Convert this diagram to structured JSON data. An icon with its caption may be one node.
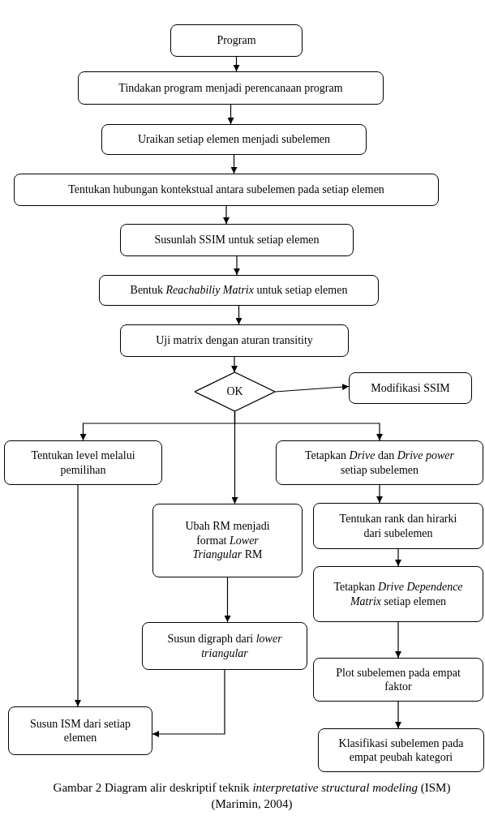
{
  "diagram": {
    "caption": "Gambar 2 Diagram alir deskriptif teknik *interpretative structural modeling* (ISM) (Marimin, 2004)",
    "nodes": [
      {
        "text": [
          "Program"
        ]
      },
      {
        "text": [
          "Tindakan program menjadi perencanaan program"
        ]
      },
      {
        "text": [
          "Uraikan setiap elemen menjadi subelemen"
        ]
      },
      {
        "text": [
          "Tentukan hubungan kontekstual antara subelemen pada setiap elemen"
        ]
      },
      {
        "text": [
          "Susunlah SSIM untuk setiap elemen"
        ]
      },
      {
        "text": [
          "Bentuk *Reachabiliy Matrix* untuk setiap elemen"
        ]
      },
      {
        "text": [
          "Uji matrix dengan aturan transitity"
        ]
      },
      {
        "text": [
          "OK"
        ]
      },
      {
        "text": [
          "Modifikasi SSIM"
        ]
      },
      {
        "text": [
          "Tentukan level melalui pemilihan"
        ]
      },
      {
        "text": [
          "Tetapkan *Drive* dan *Drive power* setiap subelemen"
        ]
      },
      {
        "text": [
          "Ubah RM menjadi format *Lower Triangular* RM"
        ]
      },
      {
        "text": [
          "Tentukan rank dan hirarki dari subelemen"
        ]
      },
      {
        "text": [
          "Tetapkan *Drive Dependence Matrix* setiap elemen"
        ]
      },
      {
        "text": [
          "Susun digraph dari *lower triangular*"
        ]
      },
      {
        "text": [
          "Plot subelemen pada empat faktor"
        ]
      },
      {
        "text": [
          "Susun ISM dari setiap elemen"
        ]
      },
      {
        "text": [
          "Klasifikasi subelemen pada empat peubah kategori"
        ]
      }
    ],
    "edges": [
      {
        "from": 0,
        "to": 1,
        "arrow": "to"
      },
      {
        "from": 1,
        "to": 2,
        "arrow": "to"
      },
      {
        "from": 2,
        "to": 3,
        "arrow": "to"
      },
      {
        "from": 3,
        "to": 4,
        "arrow": "to"
      },
      {
        "from": 4,
        "to": 5,
        "arrow": "to"
      },
      {
        "from": 5,
        "to": 6,
        "arrow": "to"
      },
      {
        "from": 6,
        "to": 7,
        "arrow": "to"
      },
      {
        "from": 7,
        "to": 8,
        "arrow": "to"
      },
      {
        "from": 7,
        "to": 9,
        "arrow": "to"
      },
      {
        "from": 7,
        "to": 10,
        "arrow": "to"
      },
      {
        "from": 7,
        "to": 11,
        "arrow": "to"
      },
      {
        "from": 9,
        "to": 16,
        "arrow": "to"
      },
      {
        "from": 11,
        "to": 14,
        "arrow": "to"
      },
      {
        "from": 14,
        "to": 16,
        "arrow": "to"
      },
      {
        "from": 10,
        "to": 12,
        "arrow": "to"
      },
      {
        "from": 12,
        "to": 13,
        "arrow": "to"
      },
      {
        "from": 13,
        "to": 15,
        "arrow": "to"
      },
      {
        "from": 15,
        "to": 17,
        "arrow": "to"
      }
    ]
  }
}
